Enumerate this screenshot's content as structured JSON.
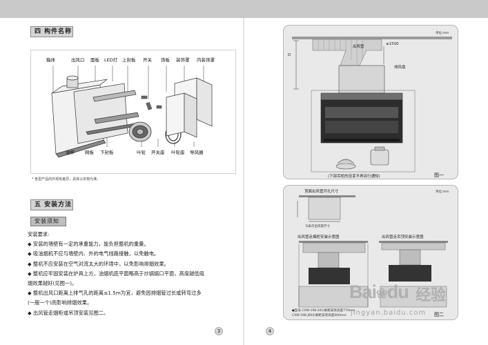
{
  "section4": {
    "title": "四 构件名称"
  },
  "components": {
    "casing": "箱体",
    "outlet": "出风口",
    "panel": "面板",
    "led": "LED灯",
    "upper_seal": "上封板",
    "switch": "开关",
    "trim": "饰板",
    "deco_cover": "装饰罩",
    "inner_cover": "内装饰罩",
    "oil_cup": "油杯",
    "mesh": "网板",
    "lower_seal": "下封板",
    "impeller": "叶轮",
    "switch_seat": "开关座",
    "impeller_shell": "叶轮座",
    "duct_ring": "导风圈"
  },
  "footnote": "* 各型产品的外观有差异，具体以实物为准。",
  "section5": {
    "title": "五 安装方法"
  },
  "install_notice": {
    "title": "安装须知"
  },
  "install": {
    "heading": "安装要求:",
    "lines": [
      "◆ 安装的墙壁有一定的承重能力，能负担整机的重量。",
      "◆ 吸油烟机不应与墙壁内、外的电气线路接触，以免触电。",
      "◆ 整机不应安装在空气对流太大的环境中，以免影响排烟效果。",
      "◆ 整机应牢固安装在炉具上方，油烟机底平面略高于炒锅锅口平面，高度越低吸",
      "烟效果越好(见图一)。",
      "◆ 整机出风口距离上排气孔的距离≤1.5m为宜，避免因排烟管过长或转弯过多",
      "(一般一个)而影响排烟效果。",
      "◆ 出风管走烟柜或吊顶安装见图二。"
    ]
  },
  "fig1": {
    "unit": "单位:mm",
    "duct_label": "出风管",
    "dim": "≤1500",
    "side_label": "排风扇",
    "d_label": "D",
    "caption": "(下部吊柜的设变不再另行通知)",
    "fig_label": "图一"
  },
  "fig2": {
    "unit": "单位:mm",
    "top_label": "顶面出风管开孔尺寸",
    "d_note": "D表示出风管尺寸",
    "left_title": "出风管走烟柜安装示意图",
    "right_title": "出风管走吊顶安装示意图",
    "note1": "●型号:CXW-198-201(橱柜安装高度770mm",
    "note2": "CXW-198-J902(橱柜安装高度600mm",
    "fig_label": "图二"
  },
  "pages": {
    "left": "3",
    "right": "4"
  },
  "watermark": {
    "brand": "Bai",
    "brand2": "du",
    "cn": "经验",
    "url": "jingyan.baidu.com"
  }
}
